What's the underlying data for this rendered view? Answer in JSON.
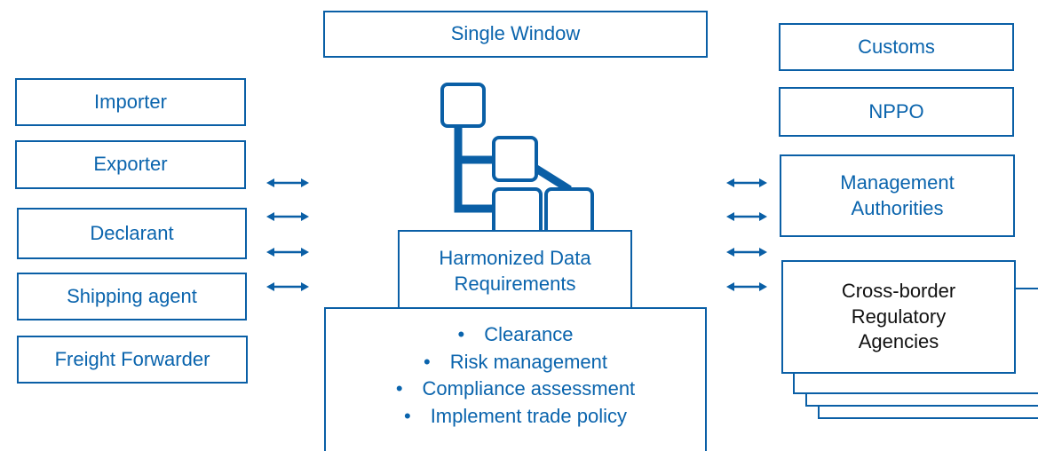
{
  "top": {
    "single_window": "Single Window"
  },
  "left_parties": [
    "Importer",
    "Exporter",
    "Declarant",
    "Shipping agent",
    "Freight Forwarder"
  ],
  "center": {
    "harmonized_line1": "Harmonized Data",
    "harmonized_line2": "Requirements",
    "functions": [
      "Clearance",
      "Risk management",
      "Compliance assessment",
      "Implement trade policy"
    ]
  },
  "right_agencies": {
    "customs": "Customs",
    "nppo": "NPPO",
    "management_line1": "Management",
    "management_line2": "Authorities",
    "crossborder_line1": "Cross-border",
    "crossborder_line2": "Regulatory",
    "crossborder_line3": "Agencies"
  },
  "icons": {
    "arrow": "double-arrow-icon",
    "hierarchy": "hierarchy-boxes-icon"
  },
  "colors": {
    "primary": "#0a64ad",
    "border": "#0a5fa6"
  }
}
